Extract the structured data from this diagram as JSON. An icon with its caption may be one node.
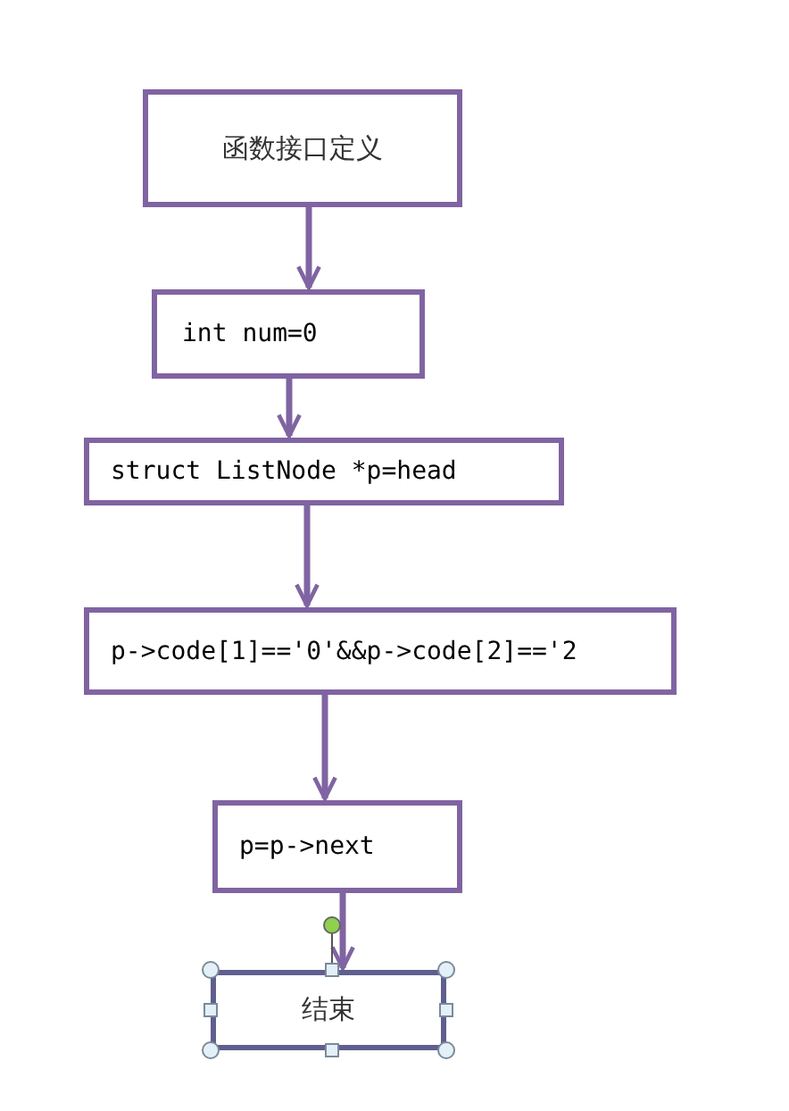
{
  "diagram": {
    "nodes": [
      {
        "text": [
          "函数接口定义"
        ]
      },
      {
        "text": [
          "int num=0"
        ]
      },
      {
        "text": [
          "struct ListNode *p=head"
        ]
      },
      {
        "text": [
          "p->code[1]=='0'&&p->code[2]=='2"
        ]
      },
      {
        "text": [
          "p=p->next"
        ]
      },
      {
        "text": [
          "结束"
        ]
      }
    ],
    "edges": [
      {
        "from": 0,
        "to": 1,
        "arrow": "to"
      },
      {
        "from": 1,
        "to": 2,
        "arrow": "to"
      },
      {
        "from": 2,
        "to": 3,
        "arrow": "to"
      },
      {
        "from": 3,
        "to": 4,
        "arrow": "to"
      },
      {
        "from": 4,
        "to": 5,
        "arrow": "to"
      }
    ]
  }
}
